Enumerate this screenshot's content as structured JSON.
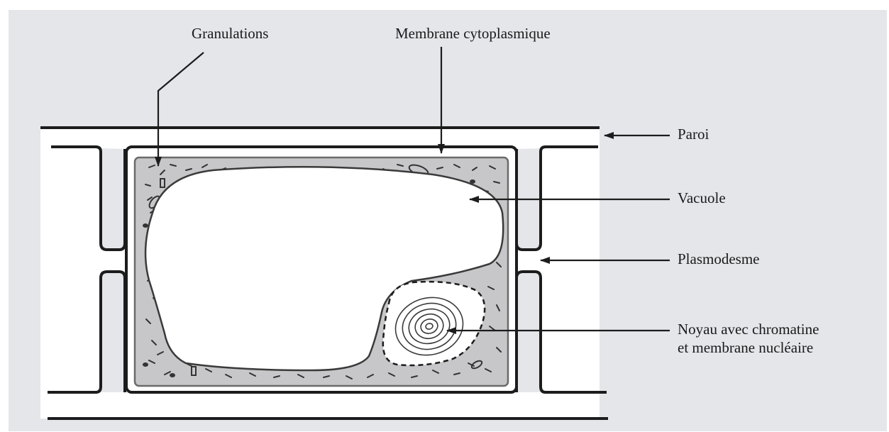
{
  "labels": {
    "granulations": "Granulations",
    "membrane_cytoplasmique": "Membrane cytoplasmique",
    "paroi": "Paroi",
    "vacuole": "Vacuole",
    "plasmodesme": "Plasmodesme",
    "noyau_line1": "Noyau avec chromatine",
    "noyau_line2": "et membrane nucléaire"
  },
  "colors": {
    "background": "#e4e6ea",
    "cytoplasm": "#c7c7ca",
    "wall_gap": "#ffffff",
    "line": "#1c1c1c"
  }
}
